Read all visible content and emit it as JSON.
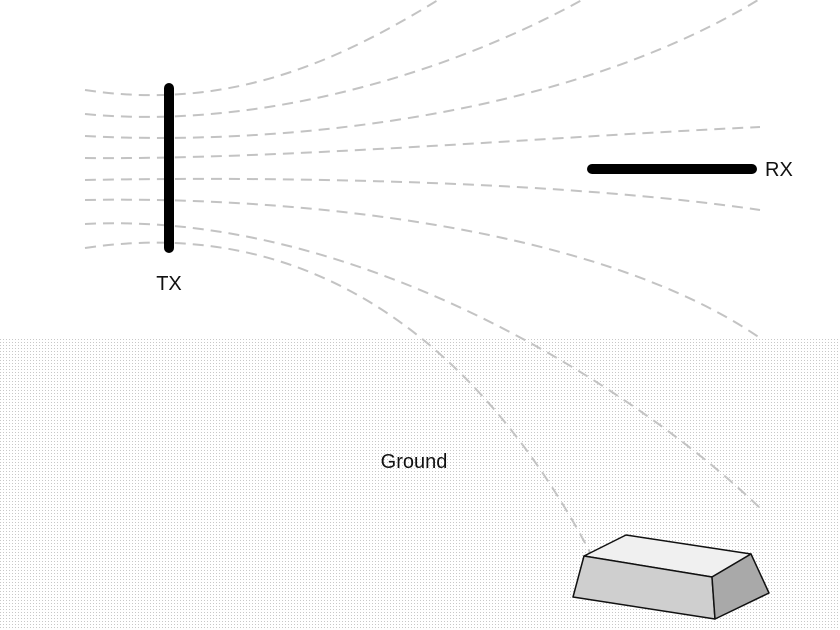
{
  "labels": {
    "transmitter": "TX",
    "receiver": "RX",
    "ground": "Ground"
  },
  "colors": {
    "background": "#ffffff",
    "antenna": "#000000",
    "field_line": "#c3c3c3",
    "ground_fill": "#ebebeb",
    "ground_dots": "#c8c8c8",
    "block_top": "#f0f0f0",
    "block_front": "#cfcfcf",
    "block_side": "#a9a9a9",
    "block_edge": "#111111"
  }
}
